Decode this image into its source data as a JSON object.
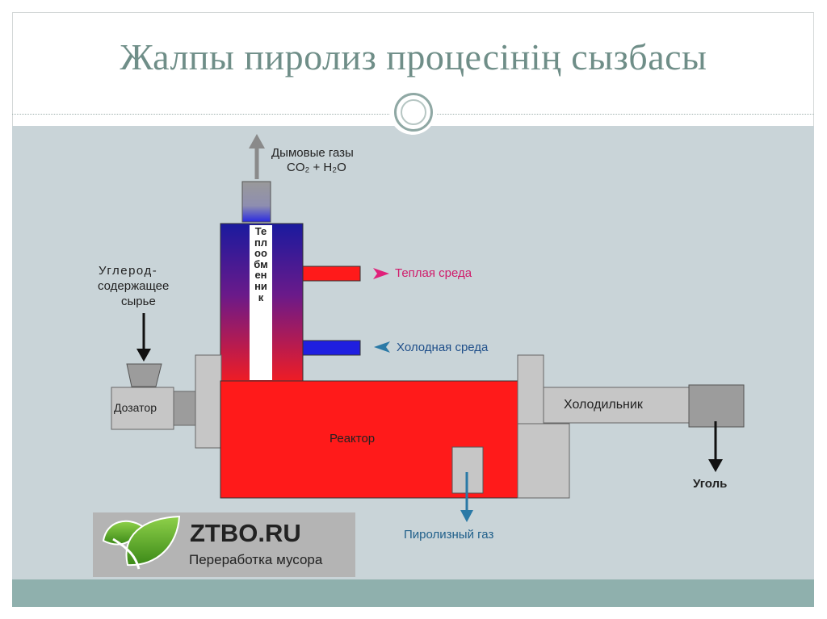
{
  "slide": {
    "title": "Жалпы пиролиз процесінің сызбасы"
  },
  "diagram": {
    "flue_gases_line1": "Дымовые газы",
    "flue_gases_line2": "CO₂ + H₂O",
    "raw_material_line1": "Углерод-",
    "raw_material_line2": "содержащее",
    "raw_material_line3": "сырье",
    "heat_exchanger": "Теплообменник",
    "warm_medium": "Теплая среда",
    "cold_medium": "Холодная среда",
    "dispenser": "Дозатор",
    "reactor": "Реактор",
    "cooler": "Холодильник",
    "coal": "Уголь",
    "pyrolysis_gas": "Пиролизный газ"
  },
  "logo": {
    "name": "ZTBO.RU",
    "tagline": "Переработка мусора"
  },
  "colors": {
    "title": "#6f8e88",
    "background_area": "#c9d4d8",
    "reactor": "#ff1a1a",
    "cold_pipe": "#1f1fe0",
    "accent_arrow": "#2a79a6",
    "warm_arrow": "#e0207a"
  }
}
